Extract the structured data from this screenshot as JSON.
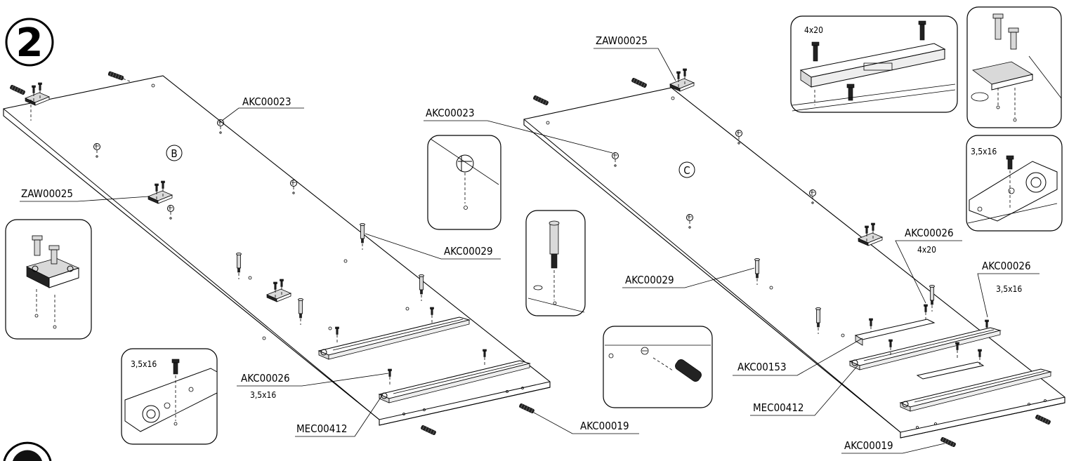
{
  "step": {
    "number": "2"
  },
  "panels": {
    "left": {
      "letter": "B"
    },
    "right": {
      "letter": "C"
    }
  },
  "callouts": {
    "zaw_left": "ZAW00025",
    "akc23_left": "AKC00023",
    "akc29_left": "AKC00029",
    "akc26_left": "AKC00026",
    "akc26_left_dim": "3,5x16",
    "mec_left": "MEC00412",
    "akc19_left": "AKC00019",
    "zaw_right": "ZAW00025",
    "akc23_right": "AKC00023",
    "akc29_right": "AKC00029",
    "akc26_right_a": "AKC00026",
    "akc26_right_a_dim": "4x20",
    "akc26_right_b": "AKC00026",
    "akc26_right_b_dim": "3,5x16",
    "akc153_right": "AKC00153",
    "mec_right": "MEC00412",
    "akc19_right": "AKC00019"
  },
  "insets": {
    "screw_left_dim": "3,5x16",
    "top_bracket_dim": "4x20",
    "runner_right_dim": "3,5x16"
  }
}
